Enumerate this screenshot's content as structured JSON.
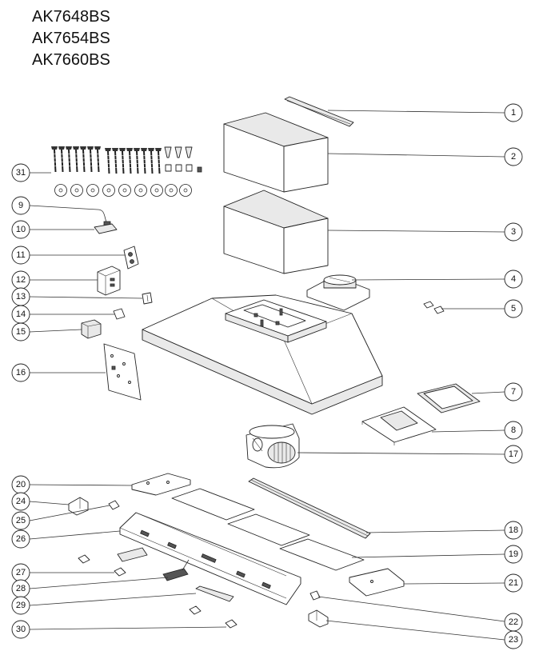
{
  "models": [
    "AK7648BS",
    "AK7654BS",
    "AK7660BS"
  ],
  "callouts": {
    "p1": "1",
    "p2": "2",
    "p3": "3",
    "p4": "4",
    "p5": "5",
    "p7": "7",
    "p8": "8",
    "p9": "9",
    "p10": "10",
    "p11": "11",
    "p12": "12",
    "p13": "13",
    "p14": "14",
    "p15": "15",
    "p16": "16",
    "p17": "17",
    "p18": "18",
    "p19": "19",
    "p20": "20",
    "p21": "21",
    "p22": "22",
    "p23": "23",
    "p24": "24",
    "p25": "25",
    "p26": "26",
    "p27": "27",
    "p28": "28",
    "p29": "29",
    "p30": "30",
    "p31": "31"
  }
}
